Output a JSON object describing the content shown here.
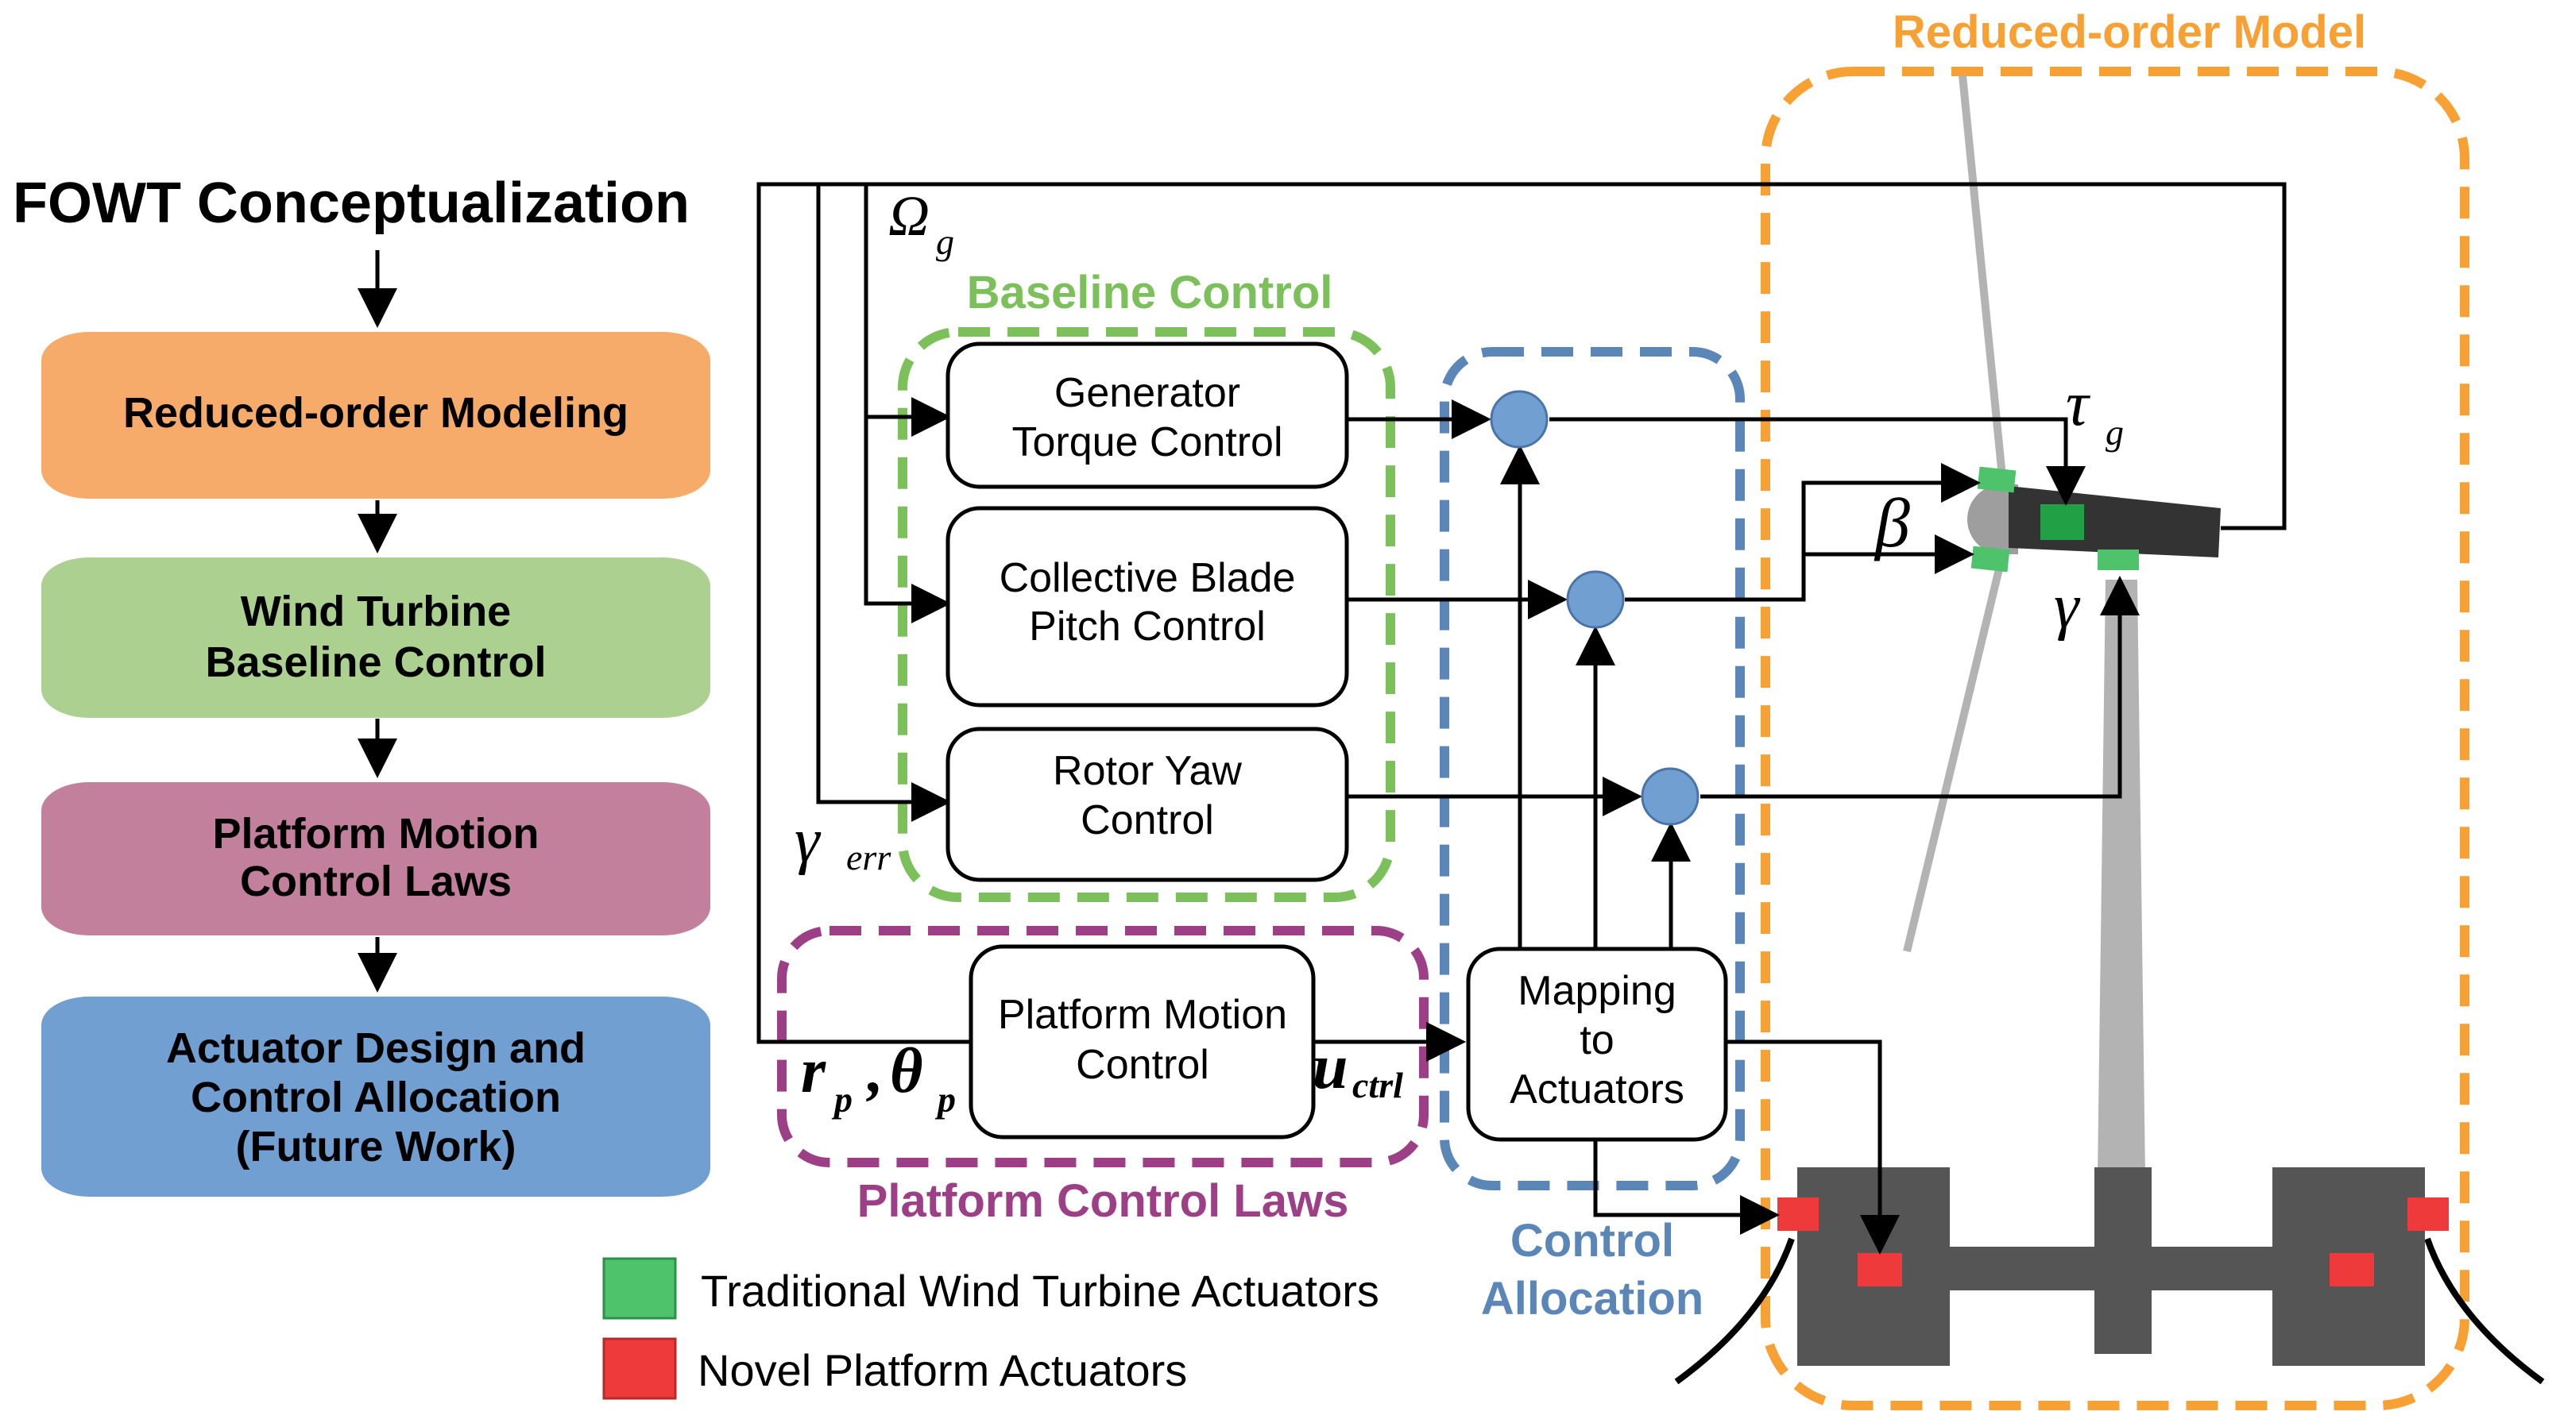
{
  "flow": {
    "title": "FOWT Conceptualization",
    "steps": [
      {
        "line1": "Reduced-order Modeling",
        "line2": "",
        "line3": "",
        "color": "#f7ab6b"
      },
      {
        "line1": "Wind Turbine",
        "line2": "Baseline Control",
        "line3": "",
        "color": "#abd08f"
      },
      {
        "line1": "Platform Motion",
        "line2": "Control Laws",
        "line3": "",
        "color": "#c2809c"
      },
      {
        "line1": "Actuator Design and",
        "line2": "Control Allocation",
        "line3": "(Future Work)",
        "color": "#729fd1"
      }
    ]
  },
  "groups": {
    "baseline": {
      "label": "Baseline Control",
      "color": "#7cc05b"
    },
    "platform": {
      "label": "Platform Control Laws",
      "color": "#9c3f86"
    },
    "allocation": {
      "label1": "Control",
      "label2": "Allocation",
      "color": "#5b86b8"
    },
    "rom": {
      "label": "Reduced-order Model",
      "color": "#f7a034"
    }
  },
  "blocks": {
    "generator": {
      "line1": "Generator",
      "line2": "Torque Control"
    },
    "pitch": {
      "line1": "Collective Blade",
      "line2": "Pitch Control"
    },
    "yaw": {
      "line1": "Rotor Yaw",
      "line2": "Control"
    },
    "platform": {
      "line1": "Platform Motion",
      "line2": "Control"
    },
    "mapping": {
      "line1": "Mapping",
      "line2": "to",
      "line3": "Actuators"
    }
  },
  "symbols": {
    "omega": "Ω",
    "omega_sub": "g",
    "tau": "τ",
    "tau_sub": "g",
    "beta": "β",
    "gamma": "γ",
    "gamma_err": "γ",
    "gamma_err_sub": "err",
    "r": "r",
    "r_sub": "p",
    "comma": ",",
    "theta": "θ",
    "theta_sub": "p",
    "u": "u",
    "u_sub": "ctrl"
  },
  "legend": [
    {
      "label": "Traditional Wind Turbine Actuators",
      "color": "#4ec36b"
    },
    {
      "label": "Novel Platform Actuators",
      "color": "#ee3a3a"
    }
  ]
}
